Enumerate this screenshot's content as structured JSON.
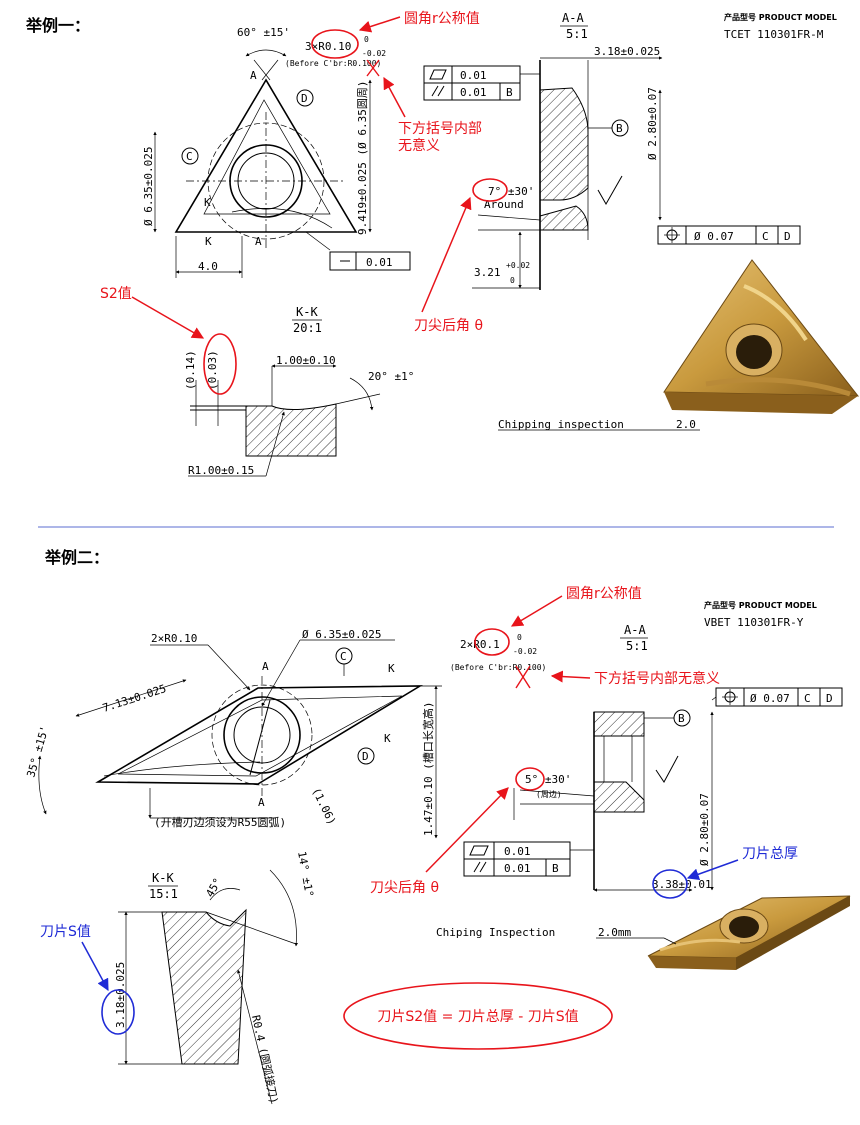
{
  "example1": {
    "heading": "举例一：",
    "model_label": "产品型号  PRODUCT MODEL",
    "model_value": "TCET 110301FR-M",
    "section_aa": "A-A",
    "section_aa_scale": "5:1",
    "section_kk": "K-K",
    "section_kk_scale": "20:1",
    "dims": {
      "angle60": "60° ±15'",
      "radius": "3×R0.10",
      "radius_tol_top": "0",
      "radius_tol_bot": "-0.02",
      "before_cbr": "(Before C'br:R0.100)",
      "phi635": "Ø 6.35±0.025",
      "dim9419": "9.419±0.025 (Ø 6.35圆周)",
      "dim40": "4.0",
      "flat001": "0.01",
      "thk318": "3.18±0.025",
      "phi280": "Ø 2.80±0.07",
      "angle7": "7° ±30'",
      "around": "Around",
      "dim321": "3.21",
      "dim321_tol_top": "+0.02",
      "dim321_tol_bot": "0",
      "pos007": "Ø 0.07",
      "datum_c": "C",
      "datum_d": "D",
      "flat_tol": "0.01",
      "par_tol": "0.01",
      "datum_b": "B",
      "dim014": "(0.14)",
      "dim003": "(0.03)",
      "dim100": "1.00±0.10",
      "angle20": "20° ±1°",
      "r100": "R1.00±0.15",
      "chipping": "Chipping inspection",
      "chip_val": "2.0",
      "lbl_a": "A",
      "lbl_k": "K",
      "lbl_b": "B",
      "lbl_c": "C",
      "lbl_d": "D"
    },
    "annotations": {
      "radius_nominal": "圆角r公称值",
      "bracket_meaningless": "下方括号内部无意义",
      "tip_relief": "刀尖后角 θ",
      "s2_value": "S2值"
    }
  },
  "example2": {
    "heading": "举例二：",
    "model_label": "产品型号  PRODUCT MODEL",
    "model_value": "VBET 110301FR-Y",
    "section_aa": "A-A",
    "section_aa_scale": "5:1",
    "section_kk": "K-K",
    "section_kk_scale": "15:1",
    "dims": {
      "radius_left": "2×R0.10",
      "phi635": "Ø 6.35±0.025",
      "radius": "2×R0.1",
      "radius_tol_top": "0",
      "radius_tol_bot": "-0.02",
      "before_cbr": "(Before C'br:R0.100)",
      "dim713": "7.13±0.025",
      "angle35": "35° ±15'",
      "groove_note": "(开槽刃边须设为R55圆弧)",
      "dim106": "(1.06)",
      "dim147": "1.47±0.10 (槽口长宽高)",
      "angle5": "5° ±30'",
      "around": "(周边)",
      "pos007": "Ø 0.07",
      "datum_c": "C",
      "datum_d": "D",
      "phi280": "Ø 2.80±0.07",
      "flat_tol": "0.01",
      "par_tol": "0.01",
      "datum_b": "B",
      "thk338": "3.38±0.01",
      "angle14": "14° ±1°",
      "angle45": "45°",
      "dim318": "3.18±0.025",
      "r04": "R0.4 (圆弧接刀)",
      "chipping": "Chiping Inspection",
      "chip_val": "2.0mm",
      "lbl_a": "A",
      "lbl_k": "K",
      "lbl_b": "B",
      "lbl_c": "C",
      "lbl_d": "D"
    },
    "annotations": {
      "radius_nominal": "圆角r公称值",
      "bracket_meaningless": "下方括号内部无意义",
      "tip_relief": "刀尖后角 θ",
      "total_thickness": "刀片总厚",
      "s_value": "刀片S值",
      "formula": "刀片S2值 = 刀片总厚 - 刀片S值"
    }
  },
  "colors": {
    "red": "#e8141b",
    "blue": "#1f2bd6",
    "divider": "#7c8bd9",
    "gold": "#c99a3e",
    "gold_dark": "#8a5f1c",
    "gold_light": "#e2bd6a"
  }
}
